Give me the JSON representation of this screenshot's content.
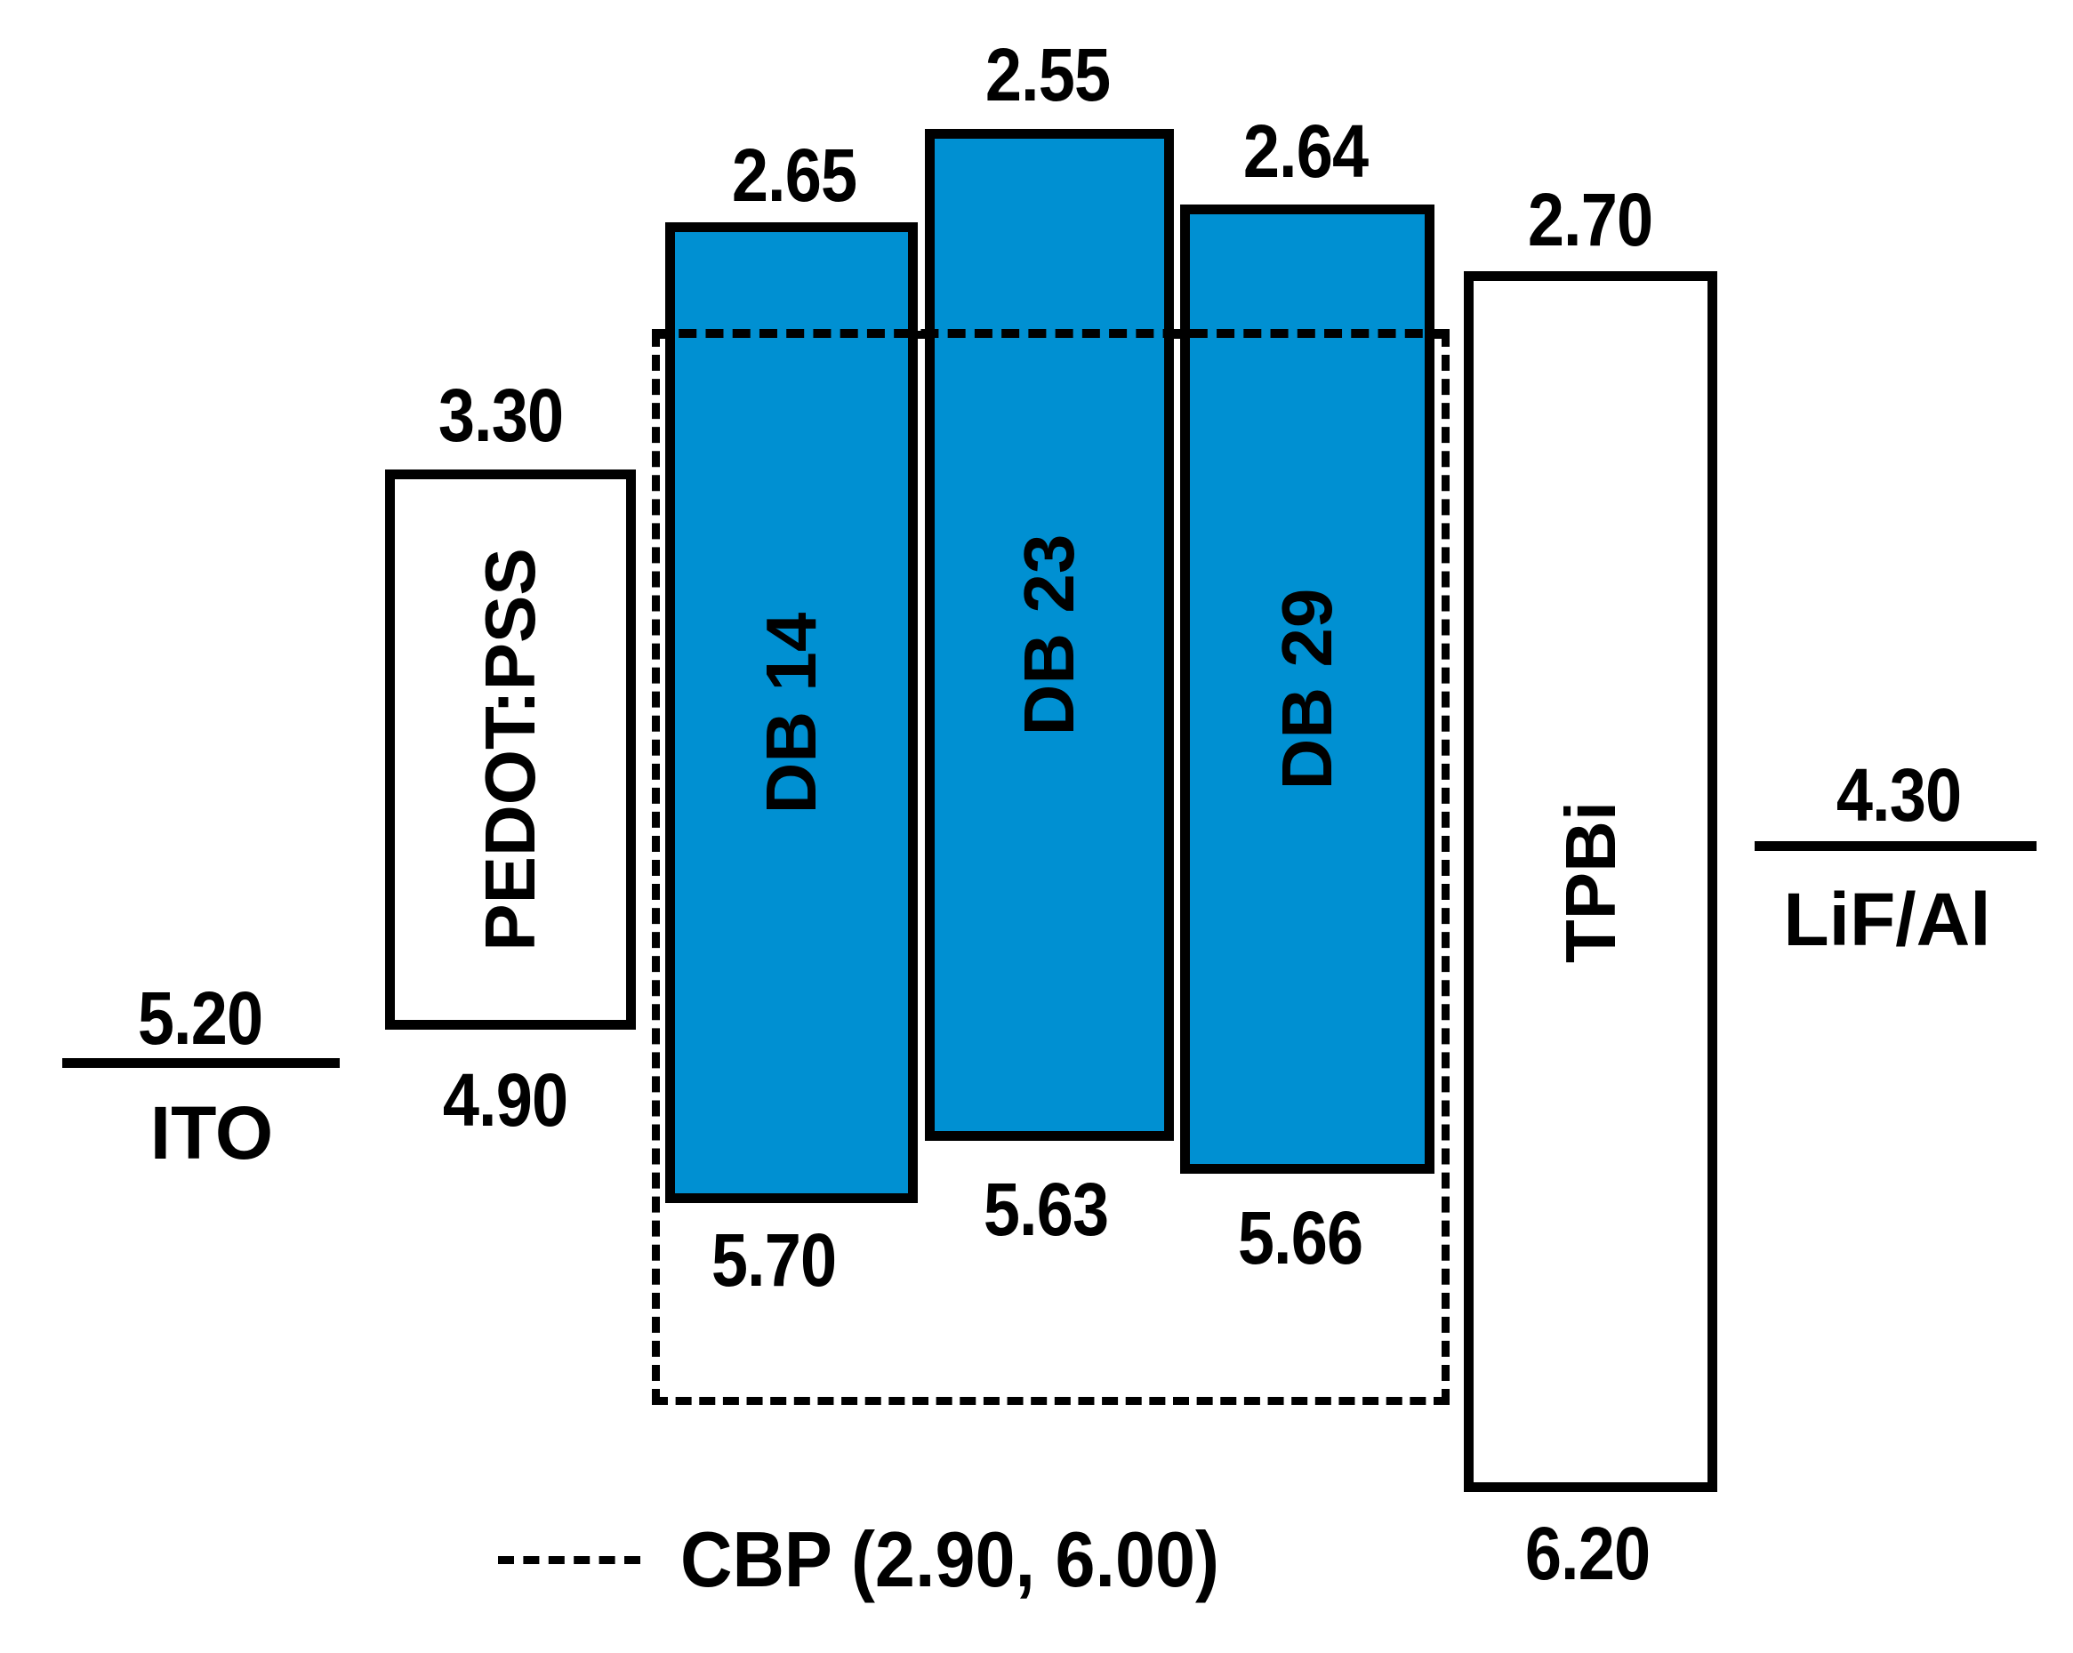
{
  "colors": {
    "emitter_fill": "#0090D2",
    "outline": "#000000",
    "background": "#FFFFFF"
  },
  "chart_data": {
    "type": "energy-level-diagram",
    "title": "",
    "units": "eV",
    "layers": [
      {
        "name": "ITO",
        "kind": "electrode",
        "work_function": "5.20"
      },
      {
        "name": "PEDOT:PSS",
        "kind": "layer",
        "lumo": "3.30",
        "homo": "4.90"
      },
      {
        "name": "DB 14",
        "kind": "emitter",
        "lumo": "2.65",
        "homo": "5.70"
      },
      {
        "name": "DB 23",
        "kind": "emitter",
        "lumo": "2.55",
        "homo": "5.63"
      },
      {
        "name": "DB 29",
        "kind": "emitter",
        "lumo": "2.64",
        "homo": "5.66"
      },
      {
        "name": "TPBi",
        "kind": "layer",
        "lumo": "2.70",
        "homo": "6.20"
      },
      {
        "name": "LiF/Al",
        "kind": "electrode",
        "work_function": "4.30"
      }
    ],
    "host": {
      "name": "CBP",
      "lumo": "2.90",
      "homo": "6.00",
      "style": "dashed outline"
    },
    "legend": "---- CBP (2.90, 6.00)"
  },
  "labels": {
    "ito": {
      "value": "5.20",
      "name": "ITO"
    },
    "pedot": {
      "lumo": "3.30",
      "homo": "4.90",
      "name": "PEDOT:PSS"
    },
    "db14": {
      "lumo": "2.65",
      "homo": "5.70",
      "name": "DB 14"
    },
    "db23": {
      "lumo": "2.55",
      "homo": "5.63",
      "name": "DB 23"
    },
    "db29": {
      "lumo": "2.64",
      "homo": "5.66",
      "name": "DB 29"
    },
    "tpbi": {
      "lumo": "2.70",
      "homo": "6.20",
      "name": "TPBi"
    },
    "lifal": {
      "value": "4.30",
      "name": "LiF/Al"
    },
    "legend": {
      "text": "CBP (2.90, 6.00)"
    }
  }
}
